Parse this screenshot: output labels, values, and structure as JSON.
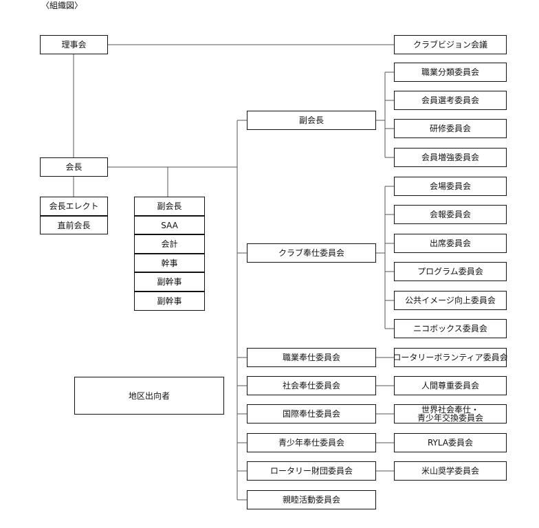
{
  "heading": "〈組織図〉",
  "board": "理事会",
  "club_vision": "クラブビジョン会議",
  "president": "会長",
  "vp_top": "副会長",
  "vp_committees": [
    "職業分類委員会",
    "会員選考委員会",
    "研修委員会",
    "会員増強委員会"
  ],
  "president_elect": "会長エレクト",
  "past_president": "直前会長",
  "officers": [
    "副会長",
    "SAA",
    "会計",
    "幹事",
    "副幹事",
    "副幹事"
  ],
  "club_service": "クラブ奉仕委員会",
  "club_service_committees": [
    "会場委員会",
    "会報委員会",
    "出席委員会",
    "プログラム委員会",
    "公共イメージ向上委員会",
    "ニコボックス委員会"
  ],
  "district_delegate": "地区出向者",
  "avenues": [
    {
      "name": "職業奉仕委員会",
      "sub": "ロータリーボランティア委員会"
    },
    {
      "name": "社会奉仕委員会",
      "sub": "人間尊重委員会"
    },
    {
      "name": "国際奉仕委員会",
      "sub": [
        "世界社会奉仕・",
        "青少年交換委員会"
      ]
    },
    {
      "name": "青少年奉仕委員会",
      "sub": "RYLA委員会"
    },
    {
      "name": "ロータリー財団委員会",
      "sub": "米山奨学委員会"
    },
    {
      "name": "親睦活動委員会",
      "sub": ""
    }
  ]
}
